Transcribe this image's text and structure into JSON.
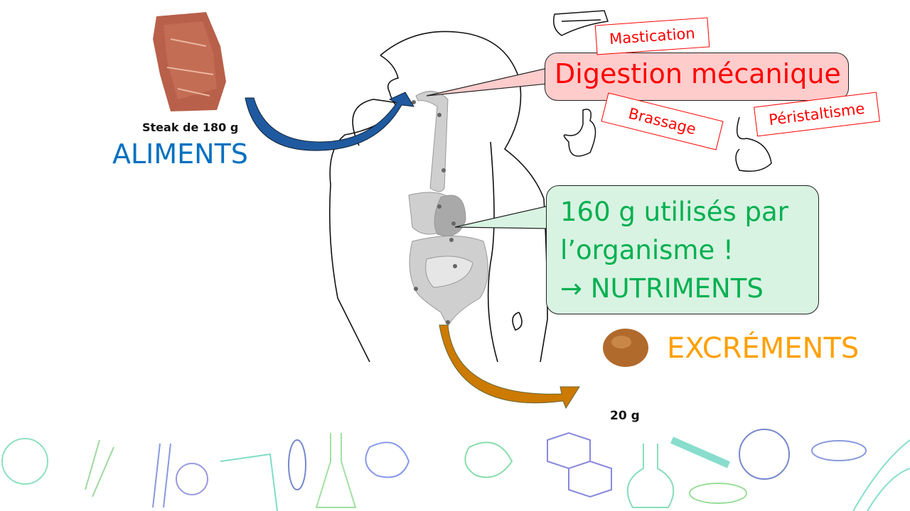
{
  "food": {
    "caption": "Steak de 180 g",
    "title": "ALIMENTS"
  },
  "mechanical": {
    "title": "Digestion mécanique",
    "tags": [
      "Mastication",
      "Brassage",
      "Péristaltisme"
    ]
  },
  "nutrients": {
    "line1": "160 g utilisés par",
    "line2": "l’organisme !",
    "line3": "→ NUTRIMENTS"
  },
  "waste": {
    "title": "EXCRÉMENTS",
    "caption": "20 g"
  },
  "colors": {
    "blue": "#0070c0",
    "red": "#ff0000",
    "green": "#00b050",
    "orange": "#ffa000"
  }
}
